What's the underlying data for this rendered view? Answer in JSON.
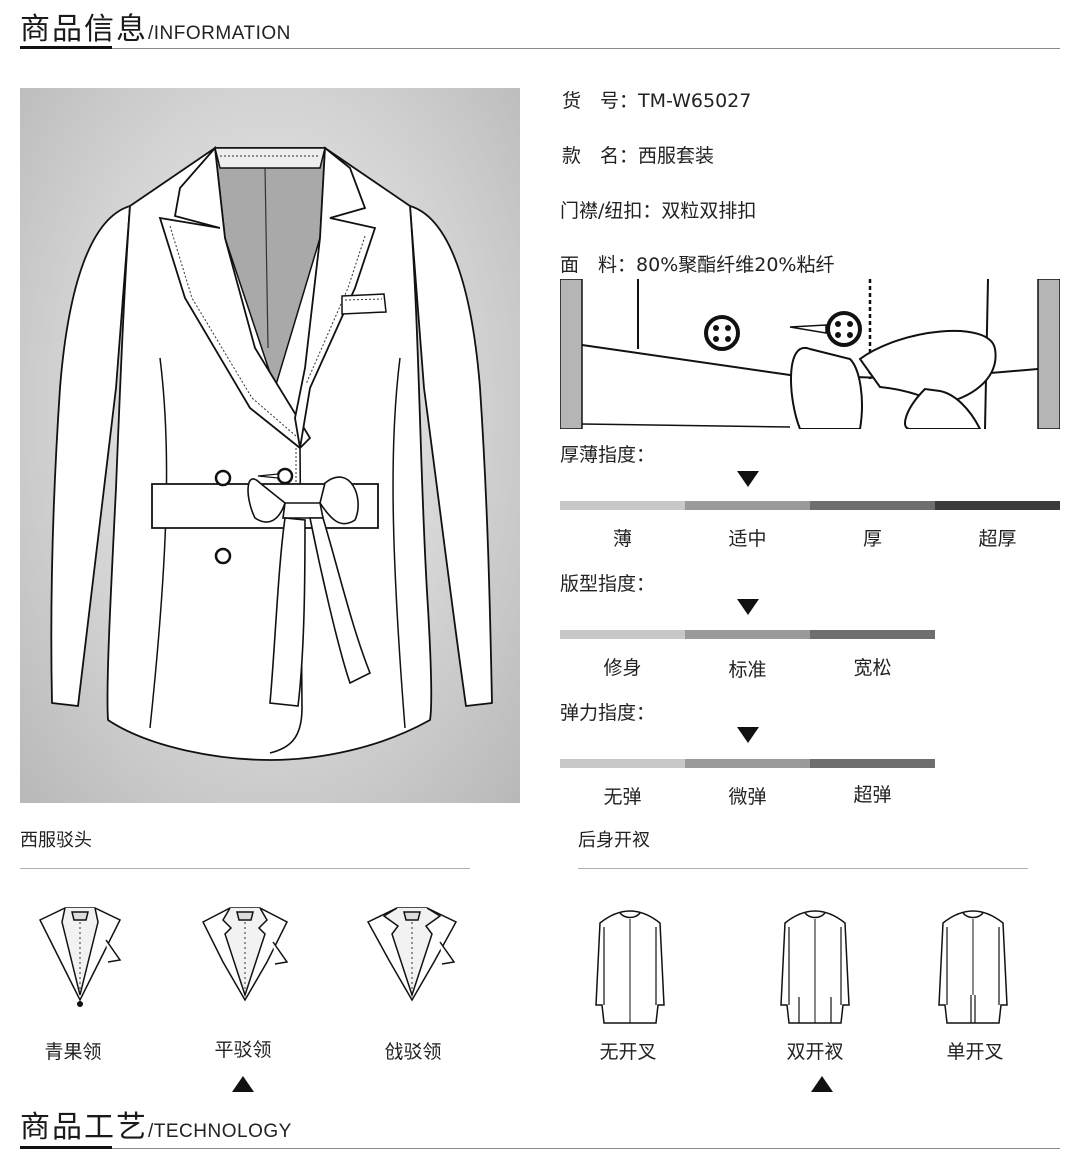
{
  "info_section": {
    "title_cn": "商品信息",
    "title_en": "/INFORMATION"
  },
  "tech_section": {
    "title_cn": "商品工艺",
    "title_en": "/TECHNOLOGY"
  },
  "product": {
    "sku": {
      "label": "货　号：",
      "value": "TM-W65027"
    },
    "style": {
      "label": "款　名：",
      "value": "西服套装"
    },
    "placket": {
      "label": "门襟/纽扣：",
      "value": "双粒双排扣"
    },
    "fabric": {
      "label": "面　料：",
      "value": "80%聚酯纤维20%粘纤"
    }
  },
  "indexes": [
    {
      "title": "厚薄指度：",
      "levels": [
        "薄",
        "适中",
        "厚",
        "超厚"
      ],
      "selected": 1
    },
    {
      "title": "版型指度：",
      "levels": [
        "修身",
        "标准",
        "宽松"
      ],
      "selected": 1
    },
    {
      "title": "弹力指度：",
      "levels": [
        "无弹",
        "微弹",
        "超弹"
      ],
      "selected": 1
    }
  ],
  "bar_colors": [
    "#c8c8c8",
    "#9a9a9a",
    "#6e6e6e",
    "#3a3a3a"
  ],
  "lapel": {
    "title": "西服驳头",
    "options": [
      "青果领",
      "平驳领",
      "戗驳领"
    ],
    "selected": 1
  },
  "vent": {
    "title": "后身开衩",
    "options": [
      "无开叉",
      "双开衩",
      "单开叉"
    ],
    "selected": 1
  }
}
